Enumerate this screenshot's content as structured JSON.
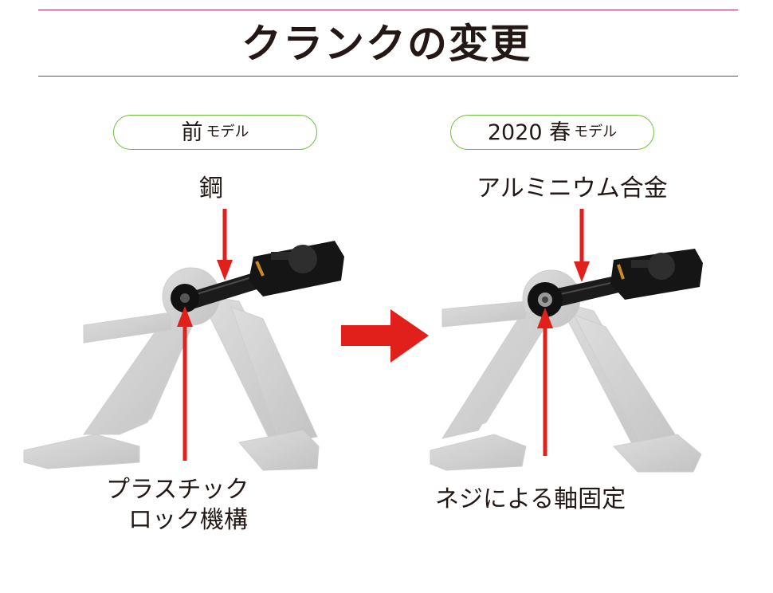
{
  "title": "クランクの変更",
  "left": {
    "pill_main": "前",
    "pill_sub": "モデル",
    "top_label": "鋼",
    "bottom_label_line1": "プラスチック",
    "bottom_label_line2": "ロック機構"
  },
  "right": {
    "pill_main": "2020 春",
    "pill_sub": "モデル",
    "top_label": "アルミニウム合金",
    "bottom_label": "ネジによる軸固定"
  },
  "colors": {
    "rule": "#9b2a6c",
    "pill_border": "#6cbf3a",
    "arrow_red": "#e1201c",
    "text": "#231815"
  }
}
